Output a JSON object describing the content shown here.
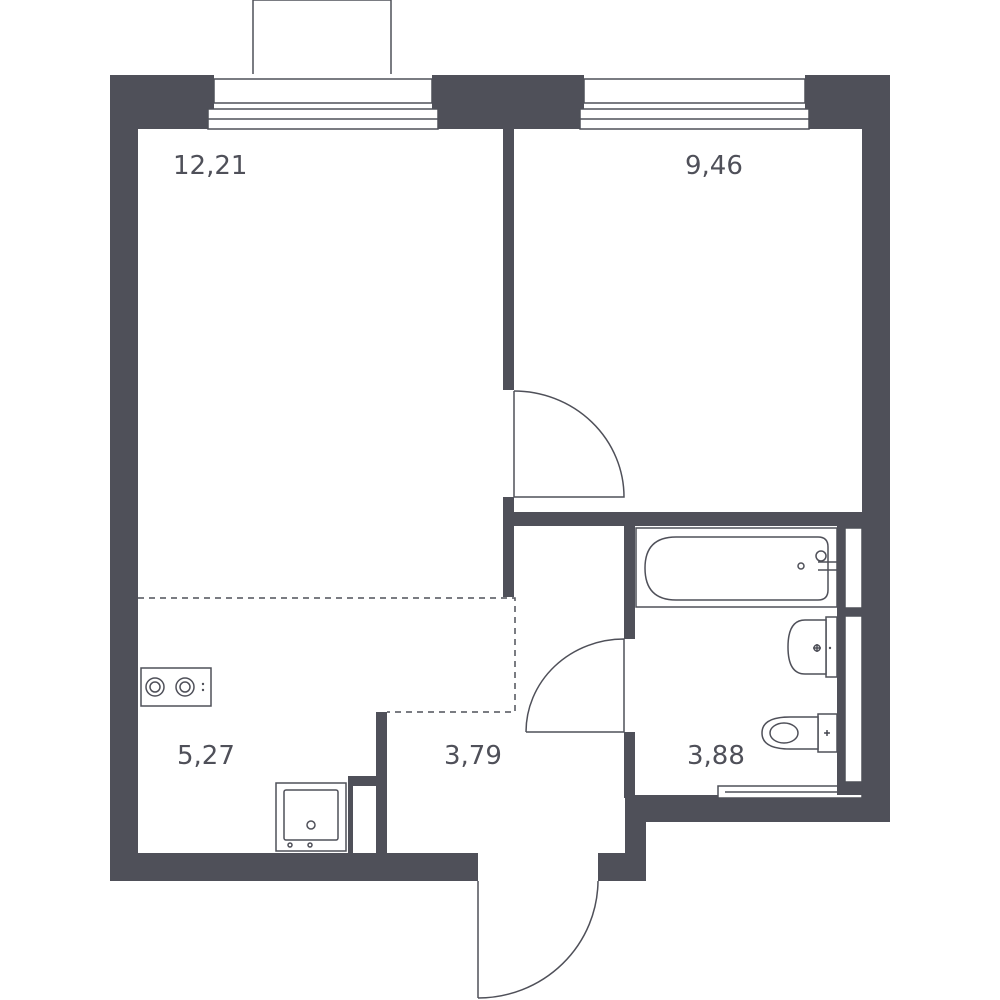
{
  "colors": {
    "wall": "#4f5059",
    "background": "#ffffff"
  },
  "rooms": [
    {
      "id": "living-room",
      "area": "12,21"
    },
    {
      "id": "bedroom",
      "area": "9,46"
    },
    {
      "id": "kitchen",
      "area": "5,27"
    },
    {
      "id": "hallway",
      "area": "3,79"
    },
    {
      "id": "bathroom",
      "area": "3,88"
    }
  ]
}
